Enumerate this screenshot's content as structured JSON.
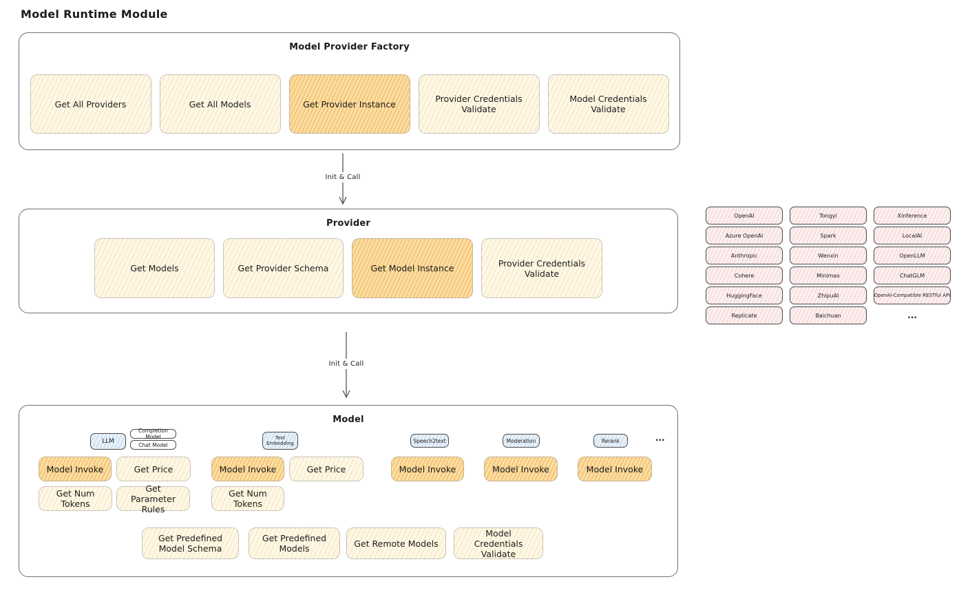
{
  "page_title": "Model Runtime Module",
  "connectors": {
    "init_call_1": "Init & Call",
    "init_call_2": "Init & Call"
  },
  "factory": {
    "title": "Model Provider Factory",
    "buttons": [
      {
        "label": "Get All Providers",
        "highlight": false
      },
      {
        "label": "Get All Models",
        "highlight": false
      },
      {
        "label": "Get Provider Instance",
        "highlight": true
      },
      {
        "label": "Provider Credentials Validate",
        "highlight": false
      },
      {
        "label": "Model Credentials Validate",
        "highlight": false
      }
    ]
  },
  "provider": {
    "title": "Provider",
    "buttons": [
      {
        "label": "Get Models",
        "highlight": false
      },
      {
        "label": "Get Provider Schema",
        "highlight": false
      },
      {
        "label": "Get Model Instance",
        "highlight": true
      },
      {
        "label": "Provider Credentials Validate",
        "highlight": false
      }
    ]
  },
  "provider_list": {
    "items": [
      "OpenAI",
      "Tongyi",
      "Xinference",
      "Azure OpenAI",
      "Spark",
      "LocalAI",
      "Anthropic",
      "Wenxin",
      "OpenLLM",
      "Cohere",
      "Minimax",
      "ChatGLM",
      "HuggingFace",
      "ZhipuAI",
      "OpenAI-Compatible RESTful API",
      "Replicate",
      "Baichuan"
    ],
    "more": "..."
  },
  "model": {
    "title": "Model",
    "tabs": {
      "llm": "LLM",
      "completion_model": "Completion Model",
      "chat_model": "Chat Model",
      "text_embedding": "Text Embedding",
      "speech2text": "Speech2text",
      "moderation": "Moderation",
      "rerank": "Rerank",
      "more": "..."
    },
    "llm_buttons": [
      "Model Invoke",
      "Get Price",
      "Get Num Tokens",
      "Get Parameter Rules"
    ],
    "text_embedding_buttons": [
      "Model Invoke",
      "Get Price",
      "Get Num Tokens"
    ],
    "speech2text_buttons": [
      "Model Invoke"
    ],
    "moderation_buttons": [
      "Model Invoke"
    ],
    "rerank_buttons": [
      "Model Invoke"
    ],
    "common_buttons": [
      "Get Predefined Model Schema",
      "Get Predefined Models",
      "Get Remote Models",
      "Model Credentials Validate"
    ]
  },
  "colors": {
    "node_cream": "#fdf8e8",
    "node_highlight": "#fae0a8",
    "chip_pink": "#fdf1f1",
    "tab_blue": "#e9f2fa",
    "box_border": "#6e6e6e",
    "text": "#1b1b1b"
  }
}
